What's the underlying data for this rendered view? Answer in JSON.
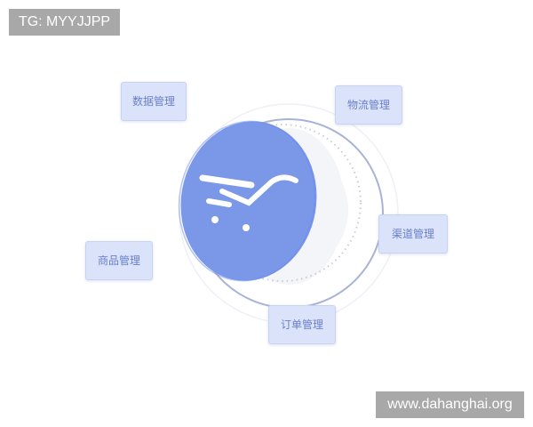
{
  "watermarks": {
    "top_left": "TG: MYYJJPP",
    "bottom_right": "www.dahanghai.org"
  },
  "diagram": {
    "center_icon": "shopping-cart-icon",
    "colors": {
      "disc": "#7a97e8",
      "ring": "#a9b3d6",
      "tag_bg": "#dbe3fb",
      "tag_text": "#6a7fc9"
    },
    "tags": [
      {
        "label": "数据管理"
      },
      {
        "label": "物流管理"
      },
      {
        "label": "渠道管理"
      },
      {
        "label": "商品管理"
      },
      {
        "label": "订单管理"
      }
    ]
  }
}
